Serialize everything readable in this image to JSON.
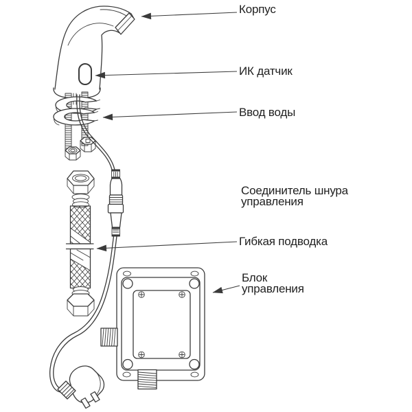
{
  "background": "#ffffff",
  "line_color": "#3a3a3a",
  "text_color": "#1f1f1f",
  "labels": {
    "korpus": "Корпус",
    "ik_datchik": "ИК датчик",
    "vvod_vody": "Ввод воды",
    "soedinitel_line1": "Соединитель шнура",
    "soedinitel_line2": "управления",
    "gibkaya_podvodka": "Гибкая подводка",
    "blok_line1": "Блок",
    "blok_line2": "управления"
  }
}
